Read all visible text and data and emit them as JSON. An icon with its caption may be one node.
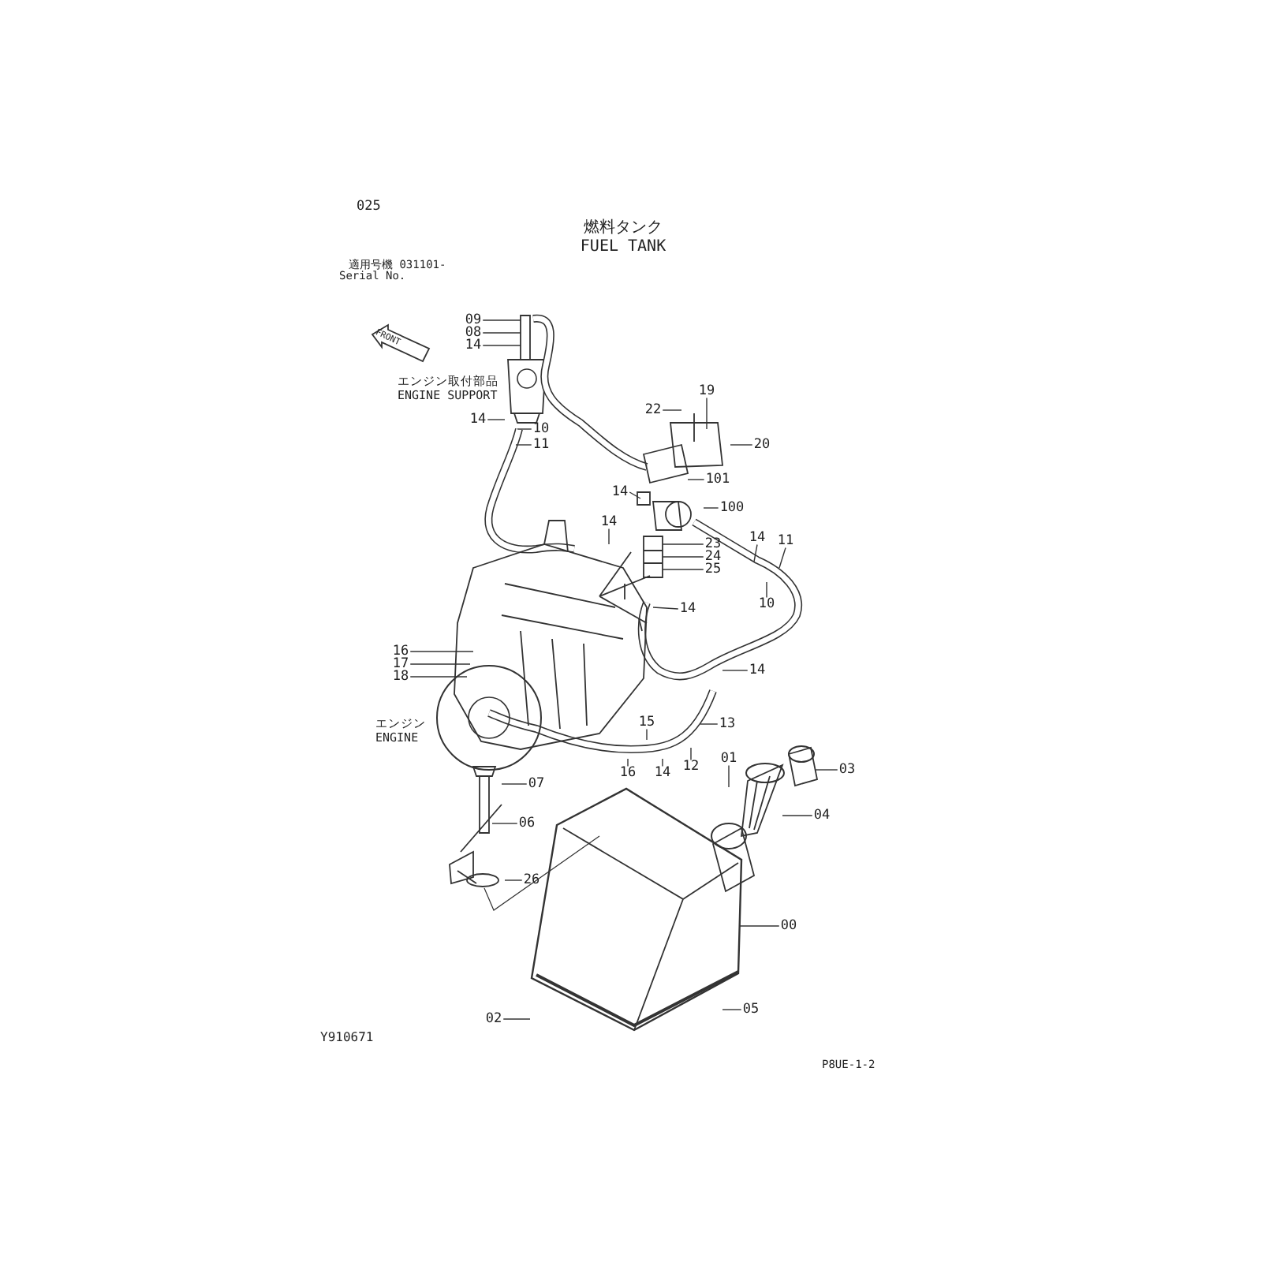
{
  "diagram": {
    "title": "燃料タンク FUEL TANK",
    "nodes": [
      {
        "text": [
          "09"
        ]
      },
      {
        "text": [
          "08"
        ]
      },
      {
        "text": [
          "14"
        ]
      },
      {
        "text": [
          "14"
        ]
      },
      {
        "text": [
          "10"
        ]
      },
      {
        "text": [
          "11"
        ]
      },
      {
        "text": [
          "22"
        ]
      },
      {
        "text": [
          "19"
        ]
      },
      {
        "text": [
          "20"
        ]
      },
      {
        "text": [
          "101"
        ]
      },
      {
        "text": [
          "100"
        ]
      },
      {
        "text": [
          "23"
        ]
      },
      {
        "text": [
          "24"
        ]
      },
      {
        "text": [
          "25"
        ]
      },
      {
        "text": [
          "14"
        ]
      },
      {
        "text": [
          "14"
        ]
      },
      {
        "text": [
          "14"
        ]
      },
      {
        "text": [
          "11"
        ]
      },
      {
        "text": [
          "10"
        ]
      },
      {
        "text": [
          "14"
        ]
      },
      {
        "text": [
          "14"
        ]
      },
      {
        "text": [
          "16"
        ]
      },
      {
        "text": [
          "17"
        ]
      },
      {
        "text": [
          "18"
        ]
      },
      {
        "text": [
          "13"
        ]
      },
      {
        "text": [
          "15"
        ]
      },
      {
        "text": [
          "14"
        ]
      },
      {
        "text": [
          "12"
        ]
      },
      {
        "text": [
          "16"
        ]
      },
      {
        "text": [
          "01"
        ]
      },
      {
        "text": [
          "03"
        ]
      },
      {
        "text": [
          "04"
        ]
      },
      {
        "text": [
          "07"
        ]
      },
      {
        "text": [
          "06"
        ]
      },
      {
        "text": [
          "26"
        ]
      },
      {
        "text": [
          "00"
        ]
      },
      {
        "text": [
          "02"
        ]
      },
      {
        "text": [
          "05"
        ]
      }
    ],
    "edges": [
      {
        "from": 0,
        "to": null,
        "arrow": "none"
      },
      {
        "from": 1,
        "to": null,
        "arrow": "none"
      },
      {
        "from": 2,
        "to": null,
        "arrow": "none"
      },
      {
        "from": 3,
        "to": null,
        "arrow": "none"
      },
      {
        "from": 4,
        "to": null,
        "arrow": "none"
      },
      {
        "from": 5,
        "to": null,
        "arrow": "none"
      },
      {
        "from": 6,
        "to": null,
        "arrow": "none"
      },
      {
        "from": 7,
        "to": null,
        "arrow": "none"
      },
      {
        "from": 8,
        "to": null,
        "arrow": "none"
      },
      {
        "from": 9,
        "to": null,
        "arrow": "none"
      },
      {
        "from": 10,
        "to": null,
        "arrow": "none"
      },
      {
        "from": 11,
        "to": null,
        "arrow": "none"
      },
      {
        "from": 12,
        "to": null,
        "arrow": "none"
      },
      {
        "from": 13,
        "to": null,
        "arrow": "none"
      },
      {
        "from": 14,
        "to": null,
        "arrow": "none"
      },
      {
        "from": 15,
        "to": null,
        "arrow": "none"
      },
      {
        "from": 16,
        "to": null,
        "arrow": "none"
      },
      {
        "from": 17,
        "to": null,
        "arrow": "none"
      },
      {
        "from": 18,
        "to": null,
        "arrow": "none"
      },
      {
        "from": 19,
        "to": null,
        "arrow": "none"
      },
      {
        "from": 20,
        "to": null,
        "arrow": "none"
      },
      {
        "from": 21,
        "to": null,
        "arrow": "none"
      },
      {
        "from": 22,
        "to": null,
        "arrow": "none"
      },
      {
        "from": 23,
        "to": null,
        "arrow": "none"
      },
      {
        "from": 24,
        "to": null,
        "arrow": "none"
      },
      {
        "from": 25,
        "to": null,
        "arrow": "none"
      },
      {
        "from": 26,
        "to": null,
        "arrow": "none"
      },
      {
        "from": 27,
        "to": null,
        "arrow": "none"
      },
      {
        "from": 28,
        "to": null,
        "arrow": "none"
      },
      {
        "from": 29,
        "to": null,
        "arrow": "none"
      },
      {
        "from": 30,
        "to": null,
        "arrow": "none"
      },
      {
        "from": 31,
        "to": null,
        "arrow": "none"
      },
      {
        "from": 32,
        "to": null,
        "arrow": "none"
      },
      {
        "from": 33,
        "to": null,
        "arrow": "none"
      },
      {
        "from": 34,
        "to": null,
        "arrow": "none"
      },
      {
        "from": 35,
        "to": null,
        "arrow": "none"
      },
      {
        "from": 36,
        "to": null,
        "arrow": "none"
      },
      {
        "from": 37,
        "to": null,
        "arrow": "none"
      }
    ],
    "labels": [
      "025",
      "適用号機 031101-",
      "Serial No.",
      "FRONT",
      "エンジン取付部品",
      "ENGINE SUPPORT",
      "エンジン",
      "ENGINE",
      "Y910671",
      "P8UE-1-2"
    ]
  }
}
